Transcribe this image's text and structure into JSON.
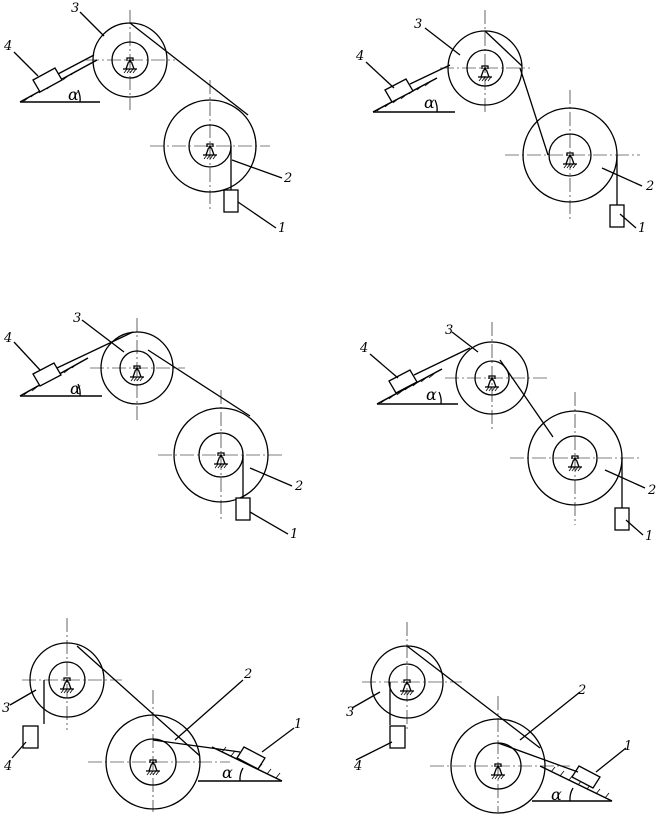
{
  "diagram": {
    "labels": {
      "load": "1",
      "large_pulley": "2",
      "small_pulley": "3",
      "slider": "4",
      "angle": "α",
      "b_load": "4",
      "b_large_pulley": "2",
      "b_small_pulley": "3",
      "b_slider": "1"
    }
  }
}
